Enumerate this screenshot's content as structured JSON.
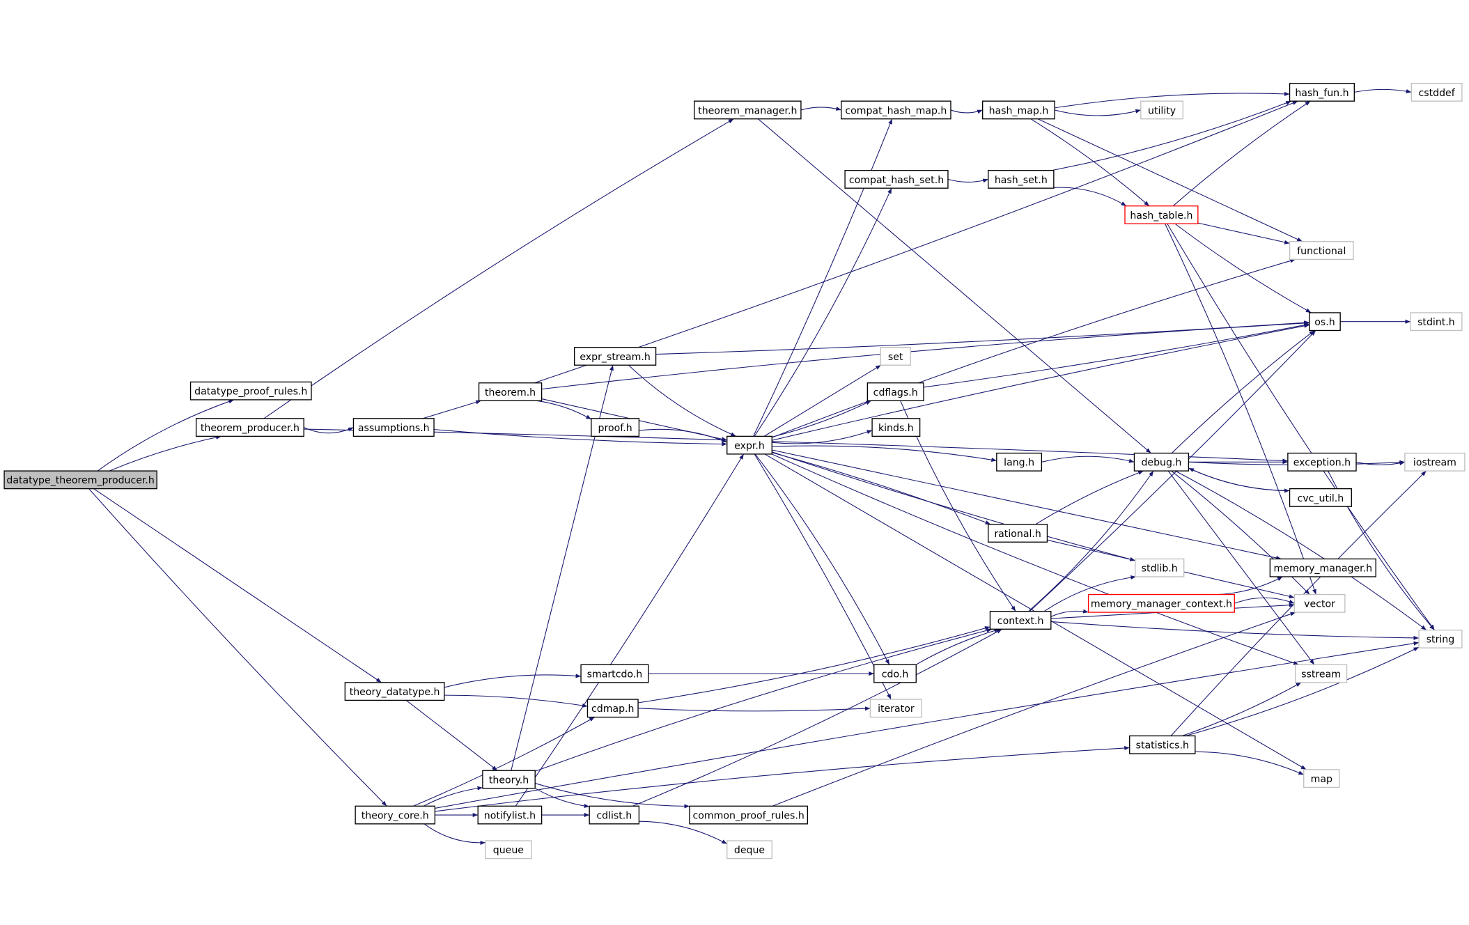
{
  "graph": {
    "edge_color": "#191970",
    "styles": {
      "focus": {
        "fill": "#bfbfbf",
        "stroke": "#000000"
      },
      "normal": {
        "fill": "#ffffff",
        "stroke": "#000000"
      },
      "external": {
        "fill": "#ffffff",
        "stroke": "#bfbfbf"
      },
      "truncated": {
        "fill": "#ffffff",
        "stroke": "#ff0000"
      }
    },
    "nodes": [
      {
        "id": "dtp",
        "label": "datatype_theorem_producer.h",
        "style": "focus"
      },
      {
        "id": "dpr",
        "label": "datatype_proof_rules.h",
        "style": "normal"
      },
      {
        "id": "tp",
        "label": "theorem_producer.h",
        "style": "normal"
      },
      {
        "id": "assum",
        "label": "assumptions.h",
        "style": "normal"
      },
      {
        "id": "theorem",
        "label": "theorem.h",
        "style": "normal"
      },
      {
        "id": "proof",
        "label": "proof.h",
        "style": "normal"
      },
      {
        "id": "estream",
        "label": "expr_stream.h",
        "style": "normal"
      },
      {
        "id": "tmgr",
        "label": "theorem_manager.h",
        "style": "normal"
      },
      {
        "id": "chm",
        "label": "compat_hash_map.h",
        "style": "normal"
      },
      {
        "id": "hmap",
        "label": "hash_map.h",
        "style": "normal"
      },
      {
        "id": "utility",
        "label": "utility",
        "style": "external"
      },
      {
        "id": "hfun",
        "label": "hash_fun.h",
        "style": "normal"
      },
      {
        "id": "cstddef",
        "label": "cstddef",
        "style": "external"
      },
      {
        "id": "chs",
        "label": "compat_hash_set.h",
        "style": "normal"
      },
      {
        "id": "hset",
        "label": "hash_set.h",
        "style": "normal"
      },
      {
        "id": "htable",
        "label": "hash_table.h",
        "style": "truncated"
      },
      {
        "id": "functional",
        "label": "functional",
        "style": "external"
      },
      {
        "id": "os",
        "label": "os.h",
        "style": "normal"
      },
      {
        "id": "stdint",
        "label": "stdint.h",
        "style": "external"
      },
      {
        "id": "set",
        "label": "set",
        "style": "external"
      },
      {
        "id": "cdflags",
        "label": "cdflags.h",
        "style": "normal"
      },
      {
        "id": "kinds",
        "label": "kinds.h",
        "style": "normal"
      },
      {
        "id": "expr",
        "label": "expr.h",
        "style": "normal"
      },
      {
        "id": "lang",
        "label": "lang.h",
        "style": "normal"
      },
      {
        "id": "debug",
        "label": "debug.h",
        "style": "normal"
      },
      {
        "id": "exception",
        "label": "exception.h",
        "style": "normal"
      },
      {
        "id": "iostream",
        "label": "iostream",
        "style": "external"
      },
      {
        "id": "cvcutil",
        "label": "cvc_util.h",
        "style": "normal"
      },
      {
        "id": "rational",
        "label": "rational.h",
        "style": "normal"
      },
      {
        "id": "stdlib",
        "label": "stdlib.h",
        "style": "external"
      },
      {
        "id": "mm",
        "label": "memory_manager.h",
        "style": "normal"
      },
      {
        "id": "mmc",
        "label": "memory_manager_context.h",
        "style": "truncated"
      },
      {
        "id": "vector",
        "label": "vector",
        "style": "external"
      },
      {
        "id": "context",
        "label": "context.h",
        "style": "normal"
      },
      {
        "id": "string",
        "label": "string",
        "style": "external"
      },
      {
        "id": "cdo",
        "label": "cdo.h",
        "style": "normal"
      },
      {
        "id": "sstream",
        "label": "sstream",
        "style": "external"
      },
      {
        "id": "smartcdo",
        "label": "smartcdo.h",
        "style": "normal"
      },
      {
        "id": "tdt",
        "label": "theory_datatype.h",
        "style": "normal"
      },
      {
        "id": "cdmap",
        "label": "cdmap.h",
        "style": "normal"
      },
      {
        "id": "iterator",
        "label": "iterator",
        "style": "external"
      },
      {
        "id": "stats",
        "label": "statistics.h",
        "style": "normal"
      },
      {
        "id": "map",
        "label": "map",
        "style": "external"
      },
      {
        "id": "theory",
        "label": "theory.h",
        "style": "normal"
      },
      {
        "id": "tcore",
        "label": "theory_core.h",
        "style": "normal"
      },
      {
        "id": "notify",
        "label": "notifylist.h",
        "style": "normal"
      },
      {
        "id": "cdlist",
        "label": "cdlist.h",
        "style": "normal"
      },
      {
        "id": "cpr",
        "label": "common_proof_rules.h",
        "style": "normal"
      },
      {
        "id": "queue",
        "label": "queue",
        "style": "external"
      },
      {
        "id": "deque",
        "label": "deque",
        "style": "external"
      }
    ],
    "edges": [
      [
        "dtp",
        "dpr"
      ],
      [
        "dtp",
        "tp"
      ],
      [
        "dtp",
        "tdt"
      ],
      [
        "dtp",
        "tcore"
      ],
      [
        "tp",
        "assum"
      ],
      [
        "tp",
        "tmgr"
      ],
      [
        "tp",
        "exception"
      ],
      [
        "assum",
        "theorem"
      ],
      [
        "assum",
        "expr"
      ],
      [
        "theorem",
        "hfun"
      ],
      [
        "theorem",
        "os"
      ],
      [
        "theorem",
        "proof"
      ],
      [
        "theorem",
        "expr"
      ],
      [
        "estream",
        "os"
      ],
      [
        "estream",
        "expr"
      ],
      [
        "proof",
        "expr"
      ],
      [
        "tmgr",
        "chm"
      ],
      [
        "tmgr",
        "debug"
      ],
      [
        "chm",
        "hmap"
      ],
      [
        "hmap",
        "utility"
      ],
      [
        "hmap",
        "hfun"
      ],
      [
        "hmap",
        "htable"
      ],
      [
        "hmap",
        "functional"
      ],
      [
        "chs",
        "hset"
      ],
      [
        "hset",
        "hfun"
      ],
      [
        "hset",
        "htable"
      ],
      [
        "htable",
        "hfun"
      ],
      [
        "htable",
        "functional"
      ],
      [
        "htable",
        "os"
      ],
      [
        "htable",
        "string"
      ],
      [
        "htable",
        "vector"
      ],
      [
        "hfun",
        "cstddef"
      ],
      [
        "os",
        "stdint"
      ],
      [
        "expr",
        "chm"
      ],
      [
        "expr",
        "chs"
      ],
      [
        "expr",
        "functional"
      ],
      [
        "expr",
        "os"
      ],
      [
        "expr",
        "set"
      ],
      [
        "expr",
        "cdflags"
      ],
      [
        "expr",
        "kinds"
      ],
      [
        "expr",
        "lang"
      ],
      [
        "expr",
        "rational"
      ],
      [
        "expr",
        "mm"
      ],
      [
        "expr",
        "stdlib"
      ],
      [
        "expr",
        "sstream"
      ],
      [
        "expr",
        "cdo"
      ],
      [
        "expr",
        "iterator"
      ],
      [
        "expr",
        "map"
      ],
      [
        "cdflags",
        "os"
      ],
      [
        "cdflags",
        "context"
      ],
      [
        "lang",
        "debug"
      ],
      [
        "debug",
        "os"
      ],
      [
        "debug",
        "exception"
      ],
      [
        "debug",
        "iostream"
      ],
      [
        "debug",
        "cvcutil"
      ],
      [
        "debug",
        "string"
      ],
      [
        "debug",
        "vector"
      ],
      [
        "debug",
        "sstream"
      ],
      [
        "exception",
        "iostream"
      ],
      [
        "exception",
        "string"
      ],
      [
        "cvcutil",
        "debug"
      ],
      [
        "rational",
        "debug"
      ],
      [
        "rational",
        "vector"
      ],
      [
        "context",
        "os"
      ],
      [
        "context",
        "debug"
      ],
      [
        "context",
        "stdlib"
      ],
      [
        "context",
        "mmc"
      ],
      [
        "context",
        "vector"
      ],
      [
        "context",
        "string"
      ],
      [
        "mmc",
        "mm"
      ],
      [
        "mmc",
        "vector"
      ],
      [
        "cdo",
        "context"
      ],
      [
        "smartcdo",
        "cdo"
      ],
      [
        "cdmap",
        "iterator"
      ],
      [
        "cdmap",
        "context"
      ],
      [
        "tdt",
        "smartcdo"
      ],
      [
        "tdt",
        "cdmap"
      ],
      [
        "tdt",
        "theory"
      ],
      [
        "stats",
        "sstream"
      ],
      [
        "stats",
        "string"
      ],
      [
        "stats",
        "map"
      ],
      [
        "stats",
        "iostream"
      ],
      [
        "theory",
        "estream"
      ],
      [
        "theory",
        "cdlist"
      ],
      [
        "theory",
        "cpr"
      ],
      [
        "theory",
        "context"
      ],
      [
        "tcore",
        "theory"
      ],
      [
        "tcore",
        "notify"
      ],
      [
        "tcore",
        "cdmap"
      ],
      [
        "tcore",
        "queue"
      ],
      [
        "tcore",
        "stats"
      ],
      [
        "tcore",
        "string"
      ],
      [
        "notify",
        "cdlist"
      ],
      [
        "notify",
        "expr"
      ],
      [
        "cdlist",
        "context"
      ],
      [
        "cdlist",
        "deque"
      ],
      [
        "cpr",
        "vector"
      ]
    ]
  }
}
